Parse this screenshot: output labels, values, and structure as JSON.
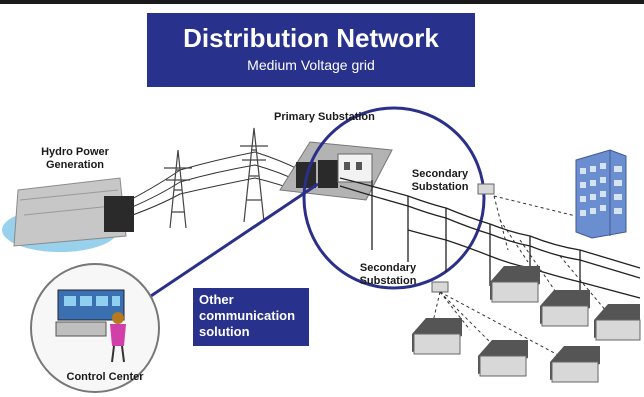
{
  "title": {
    "main": "Distribution Network",
    "sub": "Medium Voltage grid"
  },
  "labels": {
    "primary_substation": "Primary Substation",
    "hydro_line1": "Hydro Power",
    "hydro_line2": "Generation",
    "secondary_upper_line1": "Secondary",
    "secondary_upper_line2": "Substation",
    "secondary_lower_line1": "Secondary",
    "secondary_lower_line2": "Substation",
    "control_center": "Control Center"
  },
  "comm_box": {
    "line1": "Other",
    "line2": "communication",
    "line3": "solution"
  },
  "colors": {
    "brand_blue": "#28318c",
    "circle_stroke": "#2a2f8a",
    "building": "#5f87c8"
  },
  "icons": [
    "hydro-dam-icon",
    "pylon-icon",
    "substation-icon",
    "building-icon",
    "house-icon",
    "operator-icon"
  ]
}
